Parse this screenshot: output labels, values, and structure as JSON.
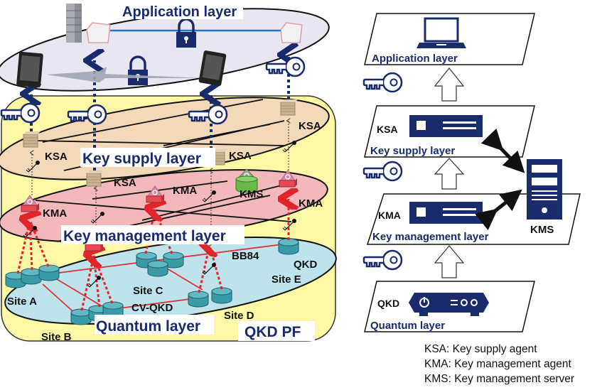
{
  "left_diagram": {
    "container_label": "QKD PF",
    "layers": {
      "application": "Application layer",
      "key_supply": "Key supply layer",
      "key_management": "Key management layer",
      "quantum": "Quantum layer"
    },
    "node_labels": {
      "ksa": "KSA",
      "kma": "KMA",
      "kms": "KMS"
    },
    "protocol_labels": {
      "bb84": "BB84",
      "cvqkd": "CV-QKD",
      "qkd": "QKD"
    },
    "sites": [
      "Site A",
      "Site B",
      "Site C",
      "Site D",
      "Site E"
    ]
  },
  "right_diagram": {
    "layers": [
      {
        "name": "Application layer",
        "component": ""
      },
      {
        "name": "Key supply layer",
        "component": "KSA"
      },
      {
        "name": "Key management layer",
        "component": "KMA"
      },
      {
        "name": "Quantum layer",
        "component": "QKD"
      }
    ],
    "kms_label": "KMS"
  },
  "legend": [
    "KSA: Key supply agent",
    "KMA: Key management agent",
    "KMS: Key management server"
  ],
  "colors": {
    "navy": "#1a2b6b",
    "yellow_bg": "#fdf8a6",
    "app_layer": "#e8e6f0",
    "supply_layer": "#f2d9b8",
    "mgmt_layer": "#f2b8bc",
    "quantum_layer": "#bfe3ea",
    "qkd_red": "#e0262b",
    "node_teal": "#3a9aa8"
  }
}
